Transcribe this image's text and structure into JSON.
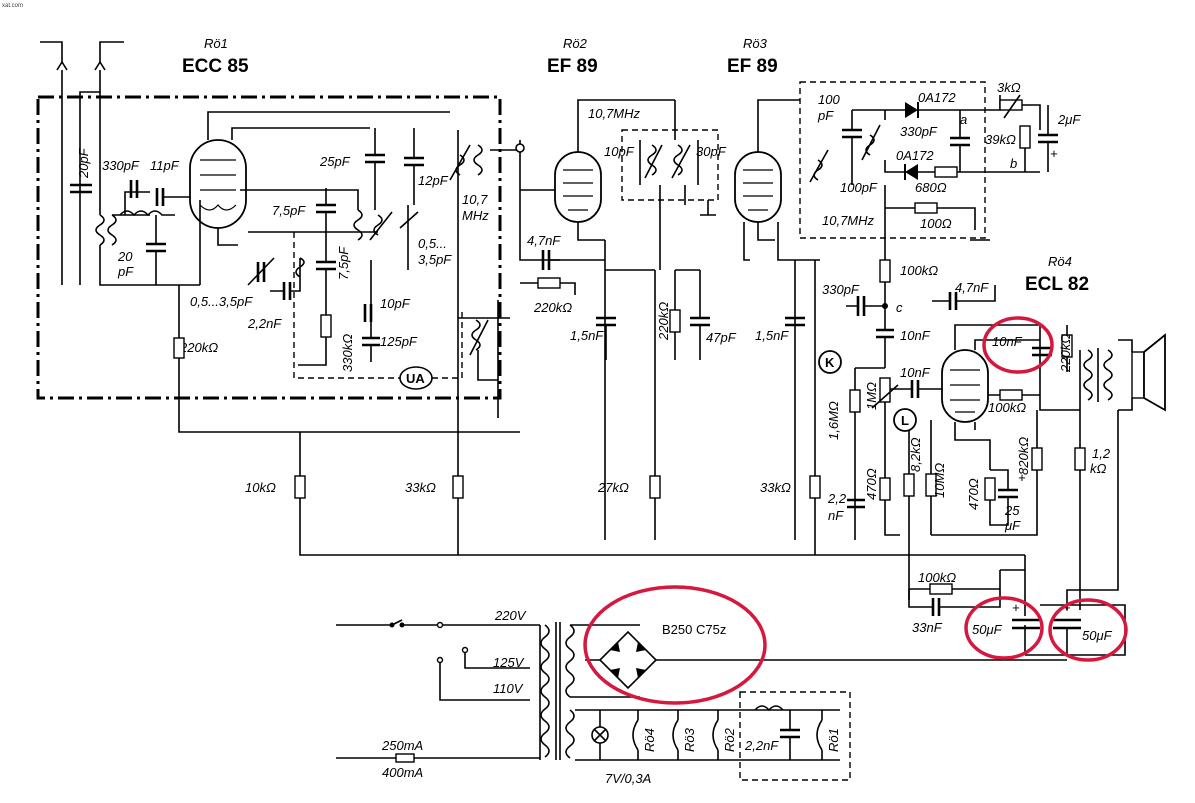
{
  "watermark": "xat.com",
  "tubes": [
    {
      "name": "Rö1",
      "type": "ECC 85"
    },
    {
      "name": "Rö2",
      "type": "EF 89"
    },
    {
      "name": "Rö3",
      "type": "EF 89"
    },
    {
      "name": "Rö4",
      "type": "ECL 82"
    }
  ],
  "rf_labels": {
    "c20pf": "20pF",
    "c330pf": "330pF",
    "c11pf": "11pF",
    "c20pf_b": "20",
    "c20pf_c": "pF",
    "c25pf": "25pF",
    "c12pf": "12pF",
    "c7_5pf": "7,5pF",
    "c7_5pf_b": "7,5pF",
    "trim05_35a": "0,5...",
    "trim05_35b": "3,5pF",
    "trim05_35c": "0,5...3,5pF",
    "c2_2nf": "2,2nF",
    "r330k": "330kΩ",
    "c10pf": "10pF",
    "c125pf": "125pF",
    "r220k": "220kΩ",
    "if_a": "10,7",
    "if_b": "MHz",
    "ua": "UA"
  },
  "if_labels": {
    "f10_7a": "10,7MHz",
    "c10pf_if": "10pF",
    "c30pf": "30pF",
    "c4_7nf": "4,7nF",
    "r220k_g2": "220kΩ",
    "c1_5nf_a": "1,5nF",
    "r220k_v": "220kΩ",
    "c47pf": "47pF",
    "c1_5nf_b": "1,5nF"
  },
  "ratio_labels": {
    "c100pf_a": "100",
    "c100pf_b": "pF",
    "d1": "0A172",
    "d2": "0A172",
    "c330pf": "330pF",
    "c100pf_c": "100pF",
    "r680": "680Ω",
    "r100": "100Ω",
    "f10_7b": "10,7MHz",
    "pot3k": "3kΩ",
    "r39k": "39kΩ",
    "c2uf": "2μF",
    "plus": "+",
    "pa": "a",
    "pb": "b"
  },
  "af_labels": {
    "r100k": "100kΩ",
    "c330pf_c": "330pF",
    "pc": "c",
    "c4_7nf": "4,7nF",
    "c10nf_a": "10nF",
    "c10nf_b": "10nF",
    "c10nf_hl": "10nF",
    "r220k_af": "220kΩ",
    "k": "K",
    "l": "L",
    "r1_6m": "1,6MΩ",
    "pot1m": "1MΩ",
    "r100k_b": "100kΩ",
    "r8_2k": "8,2kΩ",
    "r10m": "10MΩ",
    "r470a": "470Ω",
    "r470b": "470Ω",
    "r820k": "820kΩ",
    "c2_2nf_a": "2,2",
    "c2_2nf_b": "nF",
    "c25uf_a": "25",
    "c25uf_b": "μF",
    "plus": "+",
    "r1_2k_a": "1,2",
    "r1_2k_b": "kΩ"
  },
  "supply_labels": {
    "r10k": "10kΩ",
    "r33k_a": "33kΩ",
    "r27k": "27kΩ",
    "r33k_b": "33kΩ",
    "r100k_f": "100kΩ",
    "c33nf": "33nF",
    "c50uf_a": "50μF",
    "c50uf_b": "50μF",
    "plus": "+"
  },
  "power_labels": {
    "v220": "220V",
    "v125": "125V",
    "v110": "110V",
    "ma250": "250mA",
    "ma400": "400mA",
    "rect": "B250 C75z",
    "lamp": "7V/0,3A",
    "ro4": "Rö4",
    "ro3": "Rö3",
    "ro2": "Rö2",
    "ro1": "Rö1",
    "c2_2nf": "2,2nF"
  },
  "highlight_color": "#d6173e",
  "highlighted_components": [
    "10nF",
    "B250 C75z",
    "50μF",
    "50μF"
  ]
}
